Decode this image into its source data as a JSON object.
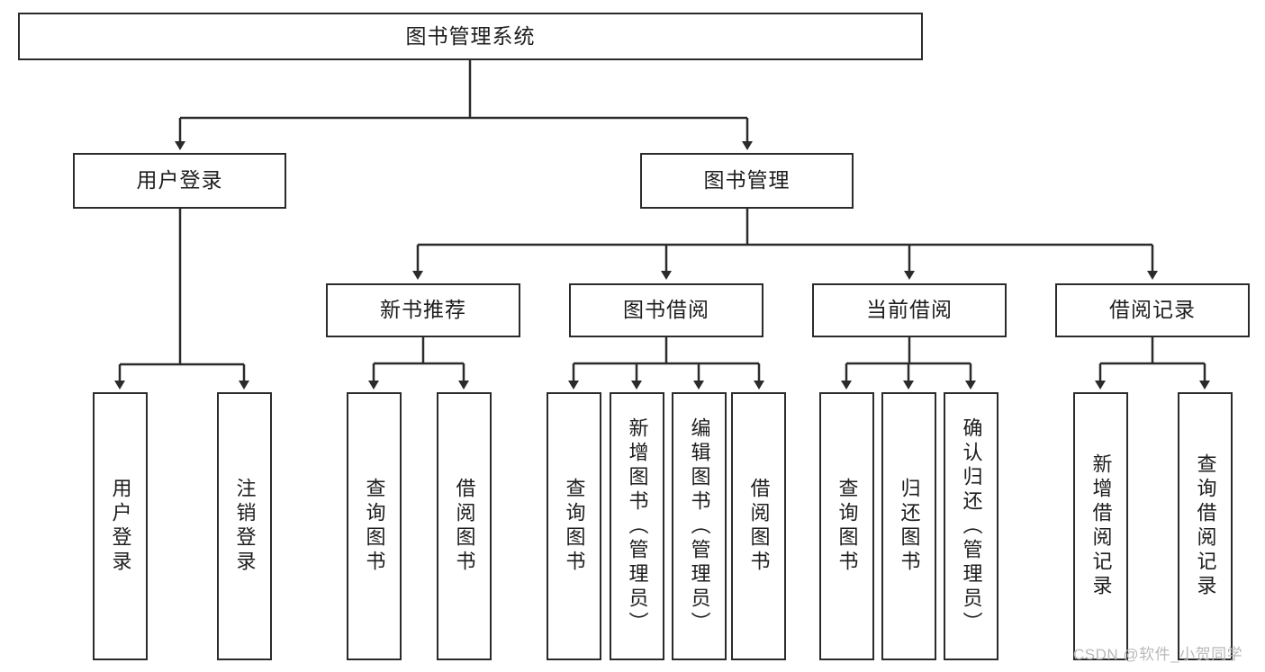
{
  "diagram": {
    "title": "图书管理系统",
    "type": "hierarchy-tree",
    "watermark": "CSDN @软件_小贺同学",
    "colors": {
      "box_border": "#2b2b2b",
      "box_fill": "#ffffff",
      "edge": "#2b2b2b",
      "text": "#1d1d1d",
      "watermark": "#b9b9b9"
    },
    "nodes": {
      "root": {
        "label": "图书管理系统"
      },
      "level2": [
        {
          "label": "用户登录"
        },
        {
          "label": "图书管理"
        }
      ],
      "level3": [
        {
          "label": "新书推荐"
        },
        {
          "label": "图书借阅"
        },
        {
          "label": "当前借阅"
        },
        {
          "label": "借阅记录"
        }
      ],
      "leaves": {
        "user_login": [
          {
            "label": "用户登录"
          },
          {
            "label": "注销登录"
          }
        ],
        "new_book_recommend": [
          {
            "label": "查询图书"
          },
          {
            "label": "借阅图书"
          }
        ],
        "book_borrow": [
          {
            "label": "查询图书"
          },
          {
            "label": "新增图书（管理员）"
          },
          {
            "label": "编辑图书（管理员）"
          },
          {
            "label": "借阅图书"
          }
        ],
        "current_borrow": [
          {
            "label": "查询图书"
          },
          {
            "label": "归还图书"
          },
          {
            "label": "确认归还（管理员）"
          }
        ],
        "borrow_record": [
          {
            "label": "新增借阅记录"
          },
          {
            "label": "查询借阅记录"
          }
        ]
      }
    }
  }
}
